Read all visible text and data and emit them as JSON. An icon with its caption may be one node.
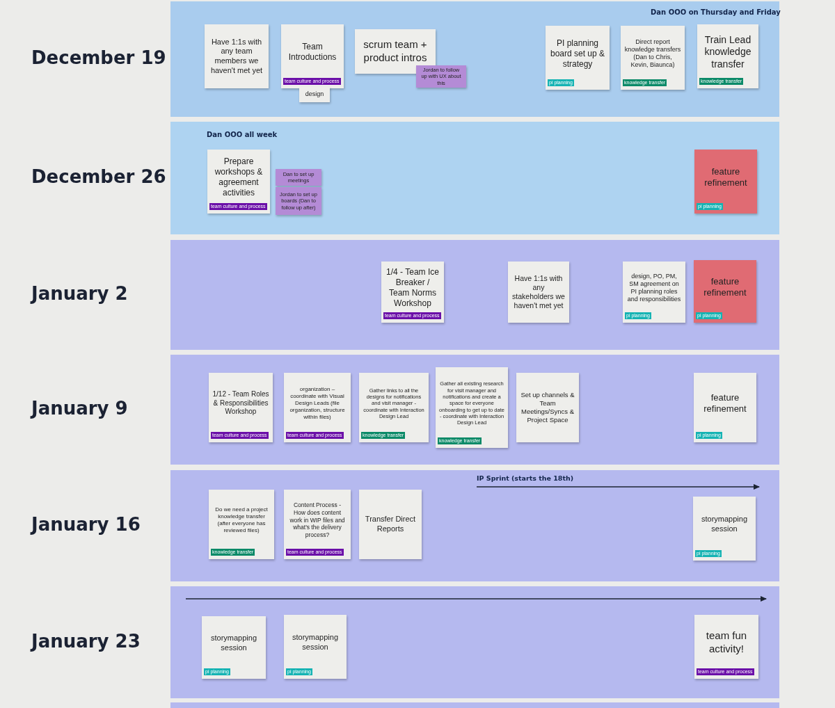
{
  "diagram": {
    "nodes": [
      {
        "text": [
          "December 19",
          "Dan OOO on Thursday and Friday"
        ]
      },
      {
        "text": [
          "Have 1:1s with any team members we haven't met yet"
        ],
        "in": 0
      },
      {
        "text": [
          "Team Introductions",
          "team culture and process"
        ],
        "in": 0
      },
      {
        "text": [
          "design"
        ],
        "in": 0
      },
      {
        "text": [
          "scrum team + product intros"
        ],
        "in": 0
      },
      {
        "text": [
          "Jordan to follow up with UX about this"
        ],
        "in": 0
      },
      {
        "text": [
          "PI planning board set up & strategy",
          "pi planning"
        ],
        "in": 0
      },
      {
        "text": [
          "Direct report knowledge transfers (Dan to Chris, Kevin, Biaunca)",
          "knowledge transfer"
        ],
        "in": 0
      },
      {
        "text": [
          "Train Lead knowledge transfer",
          "knowledge transfer"
        ],
        "in": 0
      },
      {
        "text": [
          "December 26",
          "Dan OOO all week"
        ]
      },
      {
        "text": [
          "Prepare workshops & agreement activities",
          "team culture and process"
        ],
        "in": 9
      },
      {
        "text": [
          "Dan to set up meetings"
        ],
        "in": 9
      },
      {
        "text": [
          "Jordan to set up boards (Dan to follow up after)"
        ],
        "in": 9
      },
      {
        "text": [
          "feature refinement",
          "pi planning"
        ],
        "in": 9
      },
      {
        "text": [
          "January 2"
        ]
      },
      {
        "text": [
          "1/4 - Team Ice Breaker / Team Norms Workshop",
          "team culture and process"
        ],
        "in": 14
      },
      {
        "text": [
          "Have 1:1s with any stakeholders we haven't met yet"
        ],
        "in": 14
      },
      {
        "text": [
          "design, PO, PM, SM agreement on PI planning roles and responsibilities",
          "pi planning"
        ],
        "in": 14
      },
      {
        "text": [
          "feature refinement",
          "pi planning"
        ],
        "in": 14
      },
      {
        "text": [
          "January 9"
        ]
      },
      {
        "text": [
          "1/12 - Team Roles & Responsibilities Workshop",
          "team culture and process"
        ],
        "in": 19
      },
      {
        "text": [
          "organization – coordinate with Visual Design Leads (file organization, structure within files)",
          "team culture and process"
        ],
        "in": 19
      },
      {
        "text": [
          "Gather links to all the designs for notifications and visit manager - coordinate with Interaction Design Lead",
          "knowledge transfer"
        ],
        "in": 19
      },
      {
        "text": [
          "Gather all existing research for visit manager and notifications and create a space for everyone onboarding to get up to date - coordinate with Interaction Design Lead",
          "knowledge transfer"
        ],
        "in": 19
      },
      {
        "text": [
          "Set up channels & Team Meetings/Syncs & Project Space"
        ],
        "in": 19
      },
      {
        "text": [
          "feature refinement",
          "pi planning"
        ],
        "in": 19
      },
      {
        "text": [
          "January 16"
        ]
      },
      {
        "text": [
          "Do we need a project knowledge transfer (after everyone has reviewed files)",
          "knowledge transfer"
        ],
        "in": 26
      },
      {
        "text": [
          "Content Process - How does content work in WIP files and what's the delivery process?",
          "team culture and process"
        ],
        "in": 26
      },
      {
        "text": [
          "Transfer Direct Reports"
        ],
        "in": 26
      },
      {
        "text": [
          "storymapping session",
          "pi planning"
        ],
        "in": 26
      },
      {
        "text": [
          "January 23"
        ]
      },
      {
        "text": [
          "storymapping session",
          "pi planning"
        ],
        "in": 31
      },
      {
        "text": [
          "storymapping session",
          "pi planning"
        ],
        "in": 31
      },
      {
        "text": [
          "team fun activity!",
          "team culture and process"
        ],
        "in": 31
      }
    ],
    "labels": [
      "IP Sprint (starts the 18th)"
    ]
  }
}
